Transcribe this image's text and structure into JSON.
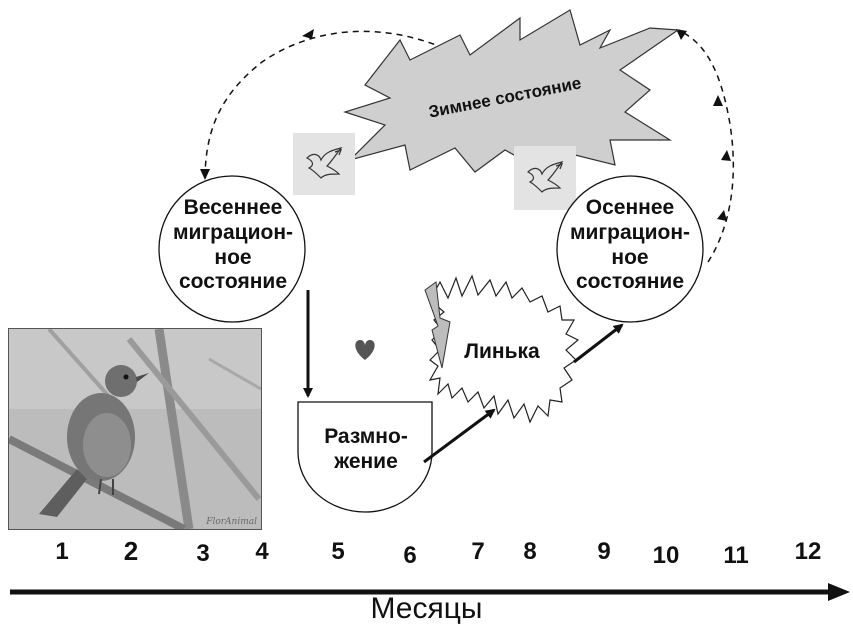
{
  "states": {
    "winter": "Зимнее состояние",
    "spring_migration": [
      "Весеннее",
      "миграцион-",
      "ное",
      "состояние"
    ],
    "autumn_migration": [
      "Осеннее",
      "миграцион-",
      "ное",
      "состояние"
    ],
    "breeding": [
      "Размно-",
      "жение"
    ],
    "molt": "Линька"
  },
  "months": [
    "1",
    "2",
    "3",
    "4",
    "5",
    "6",
    "7",
    "8",
    "9",
    "10",
    "11",
    "12"
  ],
  "axis_title": "Месяцы",
  "photo_watermark": "FlorAnimal",
  "icons": [
    "dove-icon",
    "dove-icon",
    "heart-icon"
  ],
  "colors": {
    "burst_fill": "#cfcfcf",
    "icon_tile": "#e3e3e3",
    "lines": "#111111"
  }
}
